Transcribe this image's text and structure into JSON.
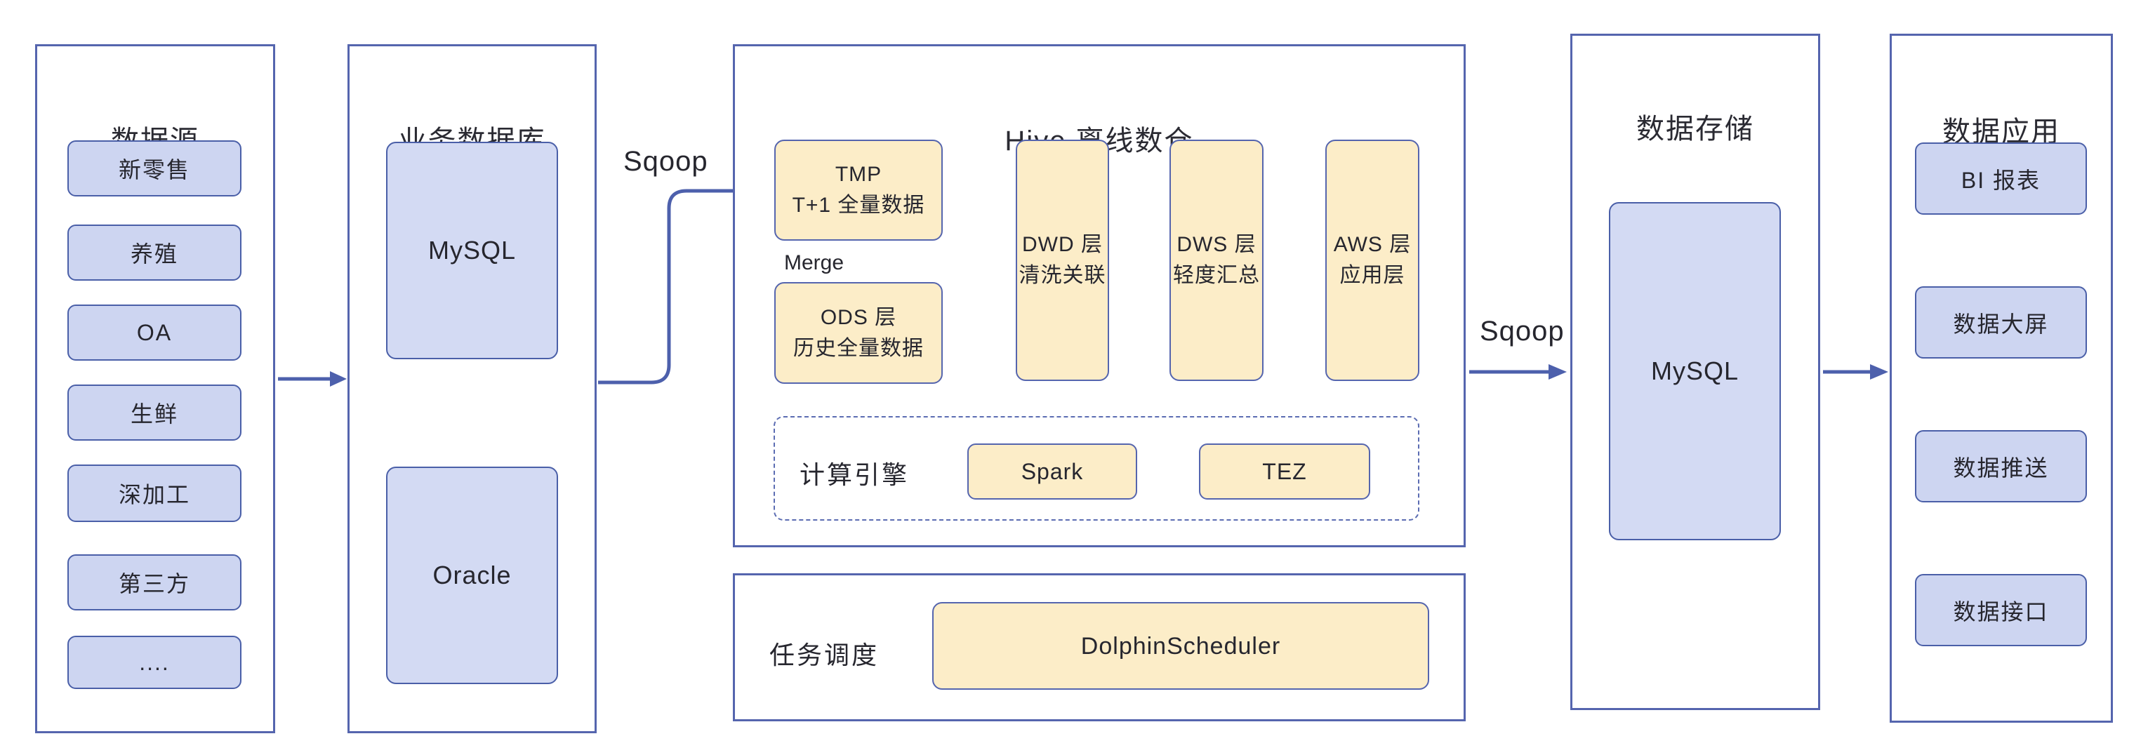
{
  "colors": {
    "panel_border": "#5565ae",
    "chip_fill": "#cdd5f1",
    "chip_border": "#4a5fa8",
    "cream_fill": "#fcedc8",
    "arrow": "#4d60ac",
    "text": "#26262e"
  },
  "panels": {
    "source": {
      "title": "数据源",
      "items": [
        {
          "label": "新零售"
        },
        {
          "label": "养殖"
        },
        {
          "label": "OA"
        },
        {
          "label": "生鲜"
        },
        {
          "label": "深加工"
        },
        {
          "label": "第三方"
        },
        {
          "label": "...."
        }
      ]
    },
    "business_db": {
      "title": "业务数据库",
      "mysql": "MySQL",
      "oracle": "Oracle"
    },
    "hive": {
      "title": "Hive 离线数仓",
      "tmp": {
        "line1": "TMP",
        "line2": "T+1 全量数据"
      },
      "merge_label": "Merge",
      "ods": {
        "line1": "ODS 层",
        "line2": "历史全量数据"
      },
      "dwd": {
        "line1": "DWD 层",
        "line2": "清洗关联"
      },
      "dws": {
        "line1": "DWS 层",
        "line2": "轻度汇总"
      },
      "aws": {
        "line1": "AWS 层",
        "line2": "应用层"
      },
      "compute": {
        "label": "计算引擎",
        "engine1": "Spark",
        "engine2": "TEZ"
      }
    },
    "scheduler": {
      "label": "任务调度",
      "box": "DolphinScheduler"
    },
    "storage": {
      "title": "数据存储",
      "mysql": "MySQL"
    },
    "apps": {
      "title": "数据应用",
      "items": [
        {
          "label": "BI 报表"
        },
        {
          "label": "数据大屏"
        },
        {
          "label": "数据推送"
        },
        {
          "label": "数据接口"
        }
      ]
    }
  },
  "connectors": {
    "sqoop_in": "Sqoop",
    "sqoop_out": "Sqoop"
  }
}
